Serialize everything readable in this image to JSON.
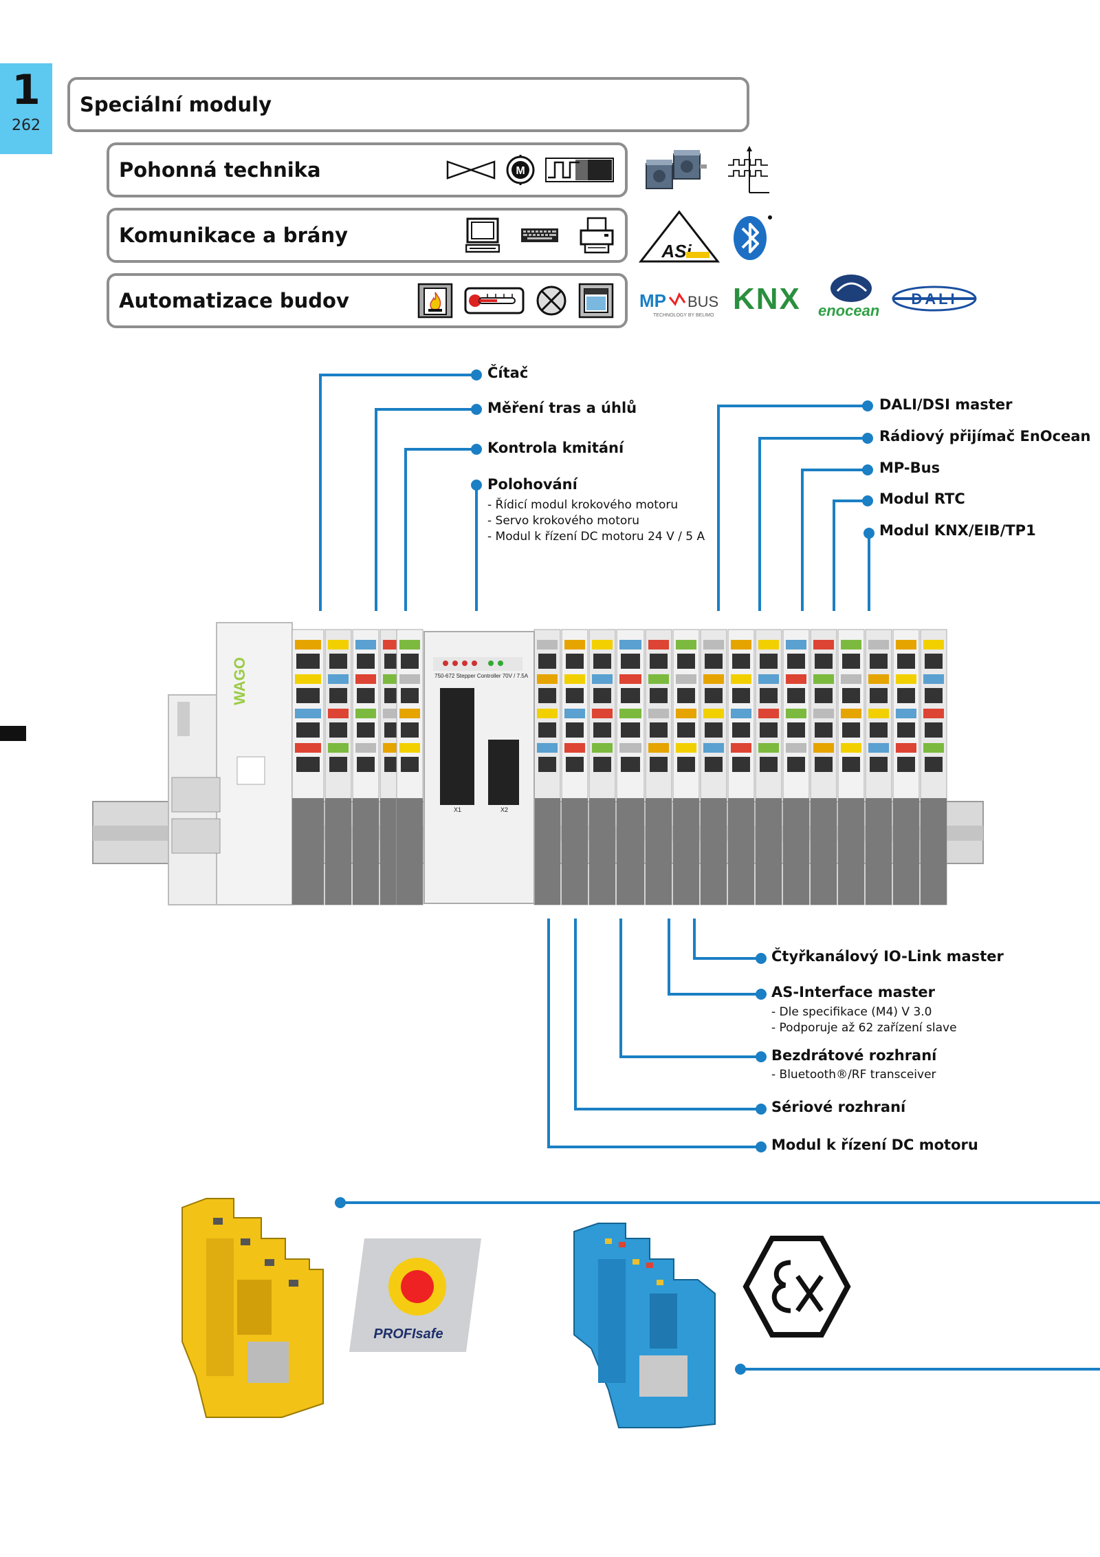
{
  "chapter": {
    "number": "1",
    "page": "262"
  },
  "main_title": "Speciální moduly",
  "categories": [
    {
      "title": "Pohonná technika",
      "icons": [
        "valve-icon",
        "motor-icon",
        "pulse-signal-icon"
      ]
    },
    {
      "title": "Komunikace a brány",
      "icons": [
        "computer-icon",
        "keyboard-icon",
        "printer-icon"
      ]
    },
    {
      "title": "Automatizace budov",
      "icons": [
        "fire-icon",
        "thermometer-icon",
        "lamp-icon",
        "window-blind-icon"
      ]
    }
  ],
  "logos": {
    "asi": "ASi",
    "mpbus": "MP",
    "mpbus_suffix": "BUS",
    "mpbus_sub": "TECHNOLOGY BY BELIMO",
    "knx": "KNX",
    "enocean": "enocean",
    "dali": "DALI",
    "profisafe": "PROFIsafe"
  },
  "callouts_top_left": [
    {
      "label": "Čítač"
    },
    {
      "label": "Měření tras a úhlů"
    },
    {
      "label": "Kontrola kmitání"
    },
    {
      "label": "Polohování",
      "items": [
        "- Řídicí modul krokového motoru",
        "- Servo krokového motoru",
        "- Modul k řízení DC motoru 24 V / 5 A"
      ]
    }
  ],
  "callouts_top_right": [
    {
      "label": "DALI/DSI master"
    },
    {
      "label": "Rádiový přijímač EnOcean"
    },
    {
      "label": "MP-Bus"
    },
    {
      "label": "Modul RTC"
    },
    {
      "label": "Modul KNX/EIB/TP1"
    }
  ],
  "callouts_bottom": [
    {
      "label": "Čtyřkanálový IO-Link master"
    },
    {
      "label": "AS-Interface master",
      "items": [
        "- Dle specifikace (M4) V 3.0",
        "- Podporuje až 62 zařízení slave"
      ]
    },
    {
      "label": "Bezdrátové rozhraní",
      "items": [
        "- Bluetooth®/RF transceiver"
      ]
    },
    {
      "label": "Sériové rozhraní"
    },
    {
      "label": "Modul k řízení DC motoru"
    }
  ],
  "device": {
    "brand": "WAGO",
    "module_caption": "750-672 Stepper Controller 70V / 7.5A",
    "x1": "X1",
    "x2": "X2"
  },
  "colors": {
    "accent_blue": "#1a7fc4",
    "tab_blue": "#5dc8f0",
    "box_border": "#8e8e8e"
  }
}
